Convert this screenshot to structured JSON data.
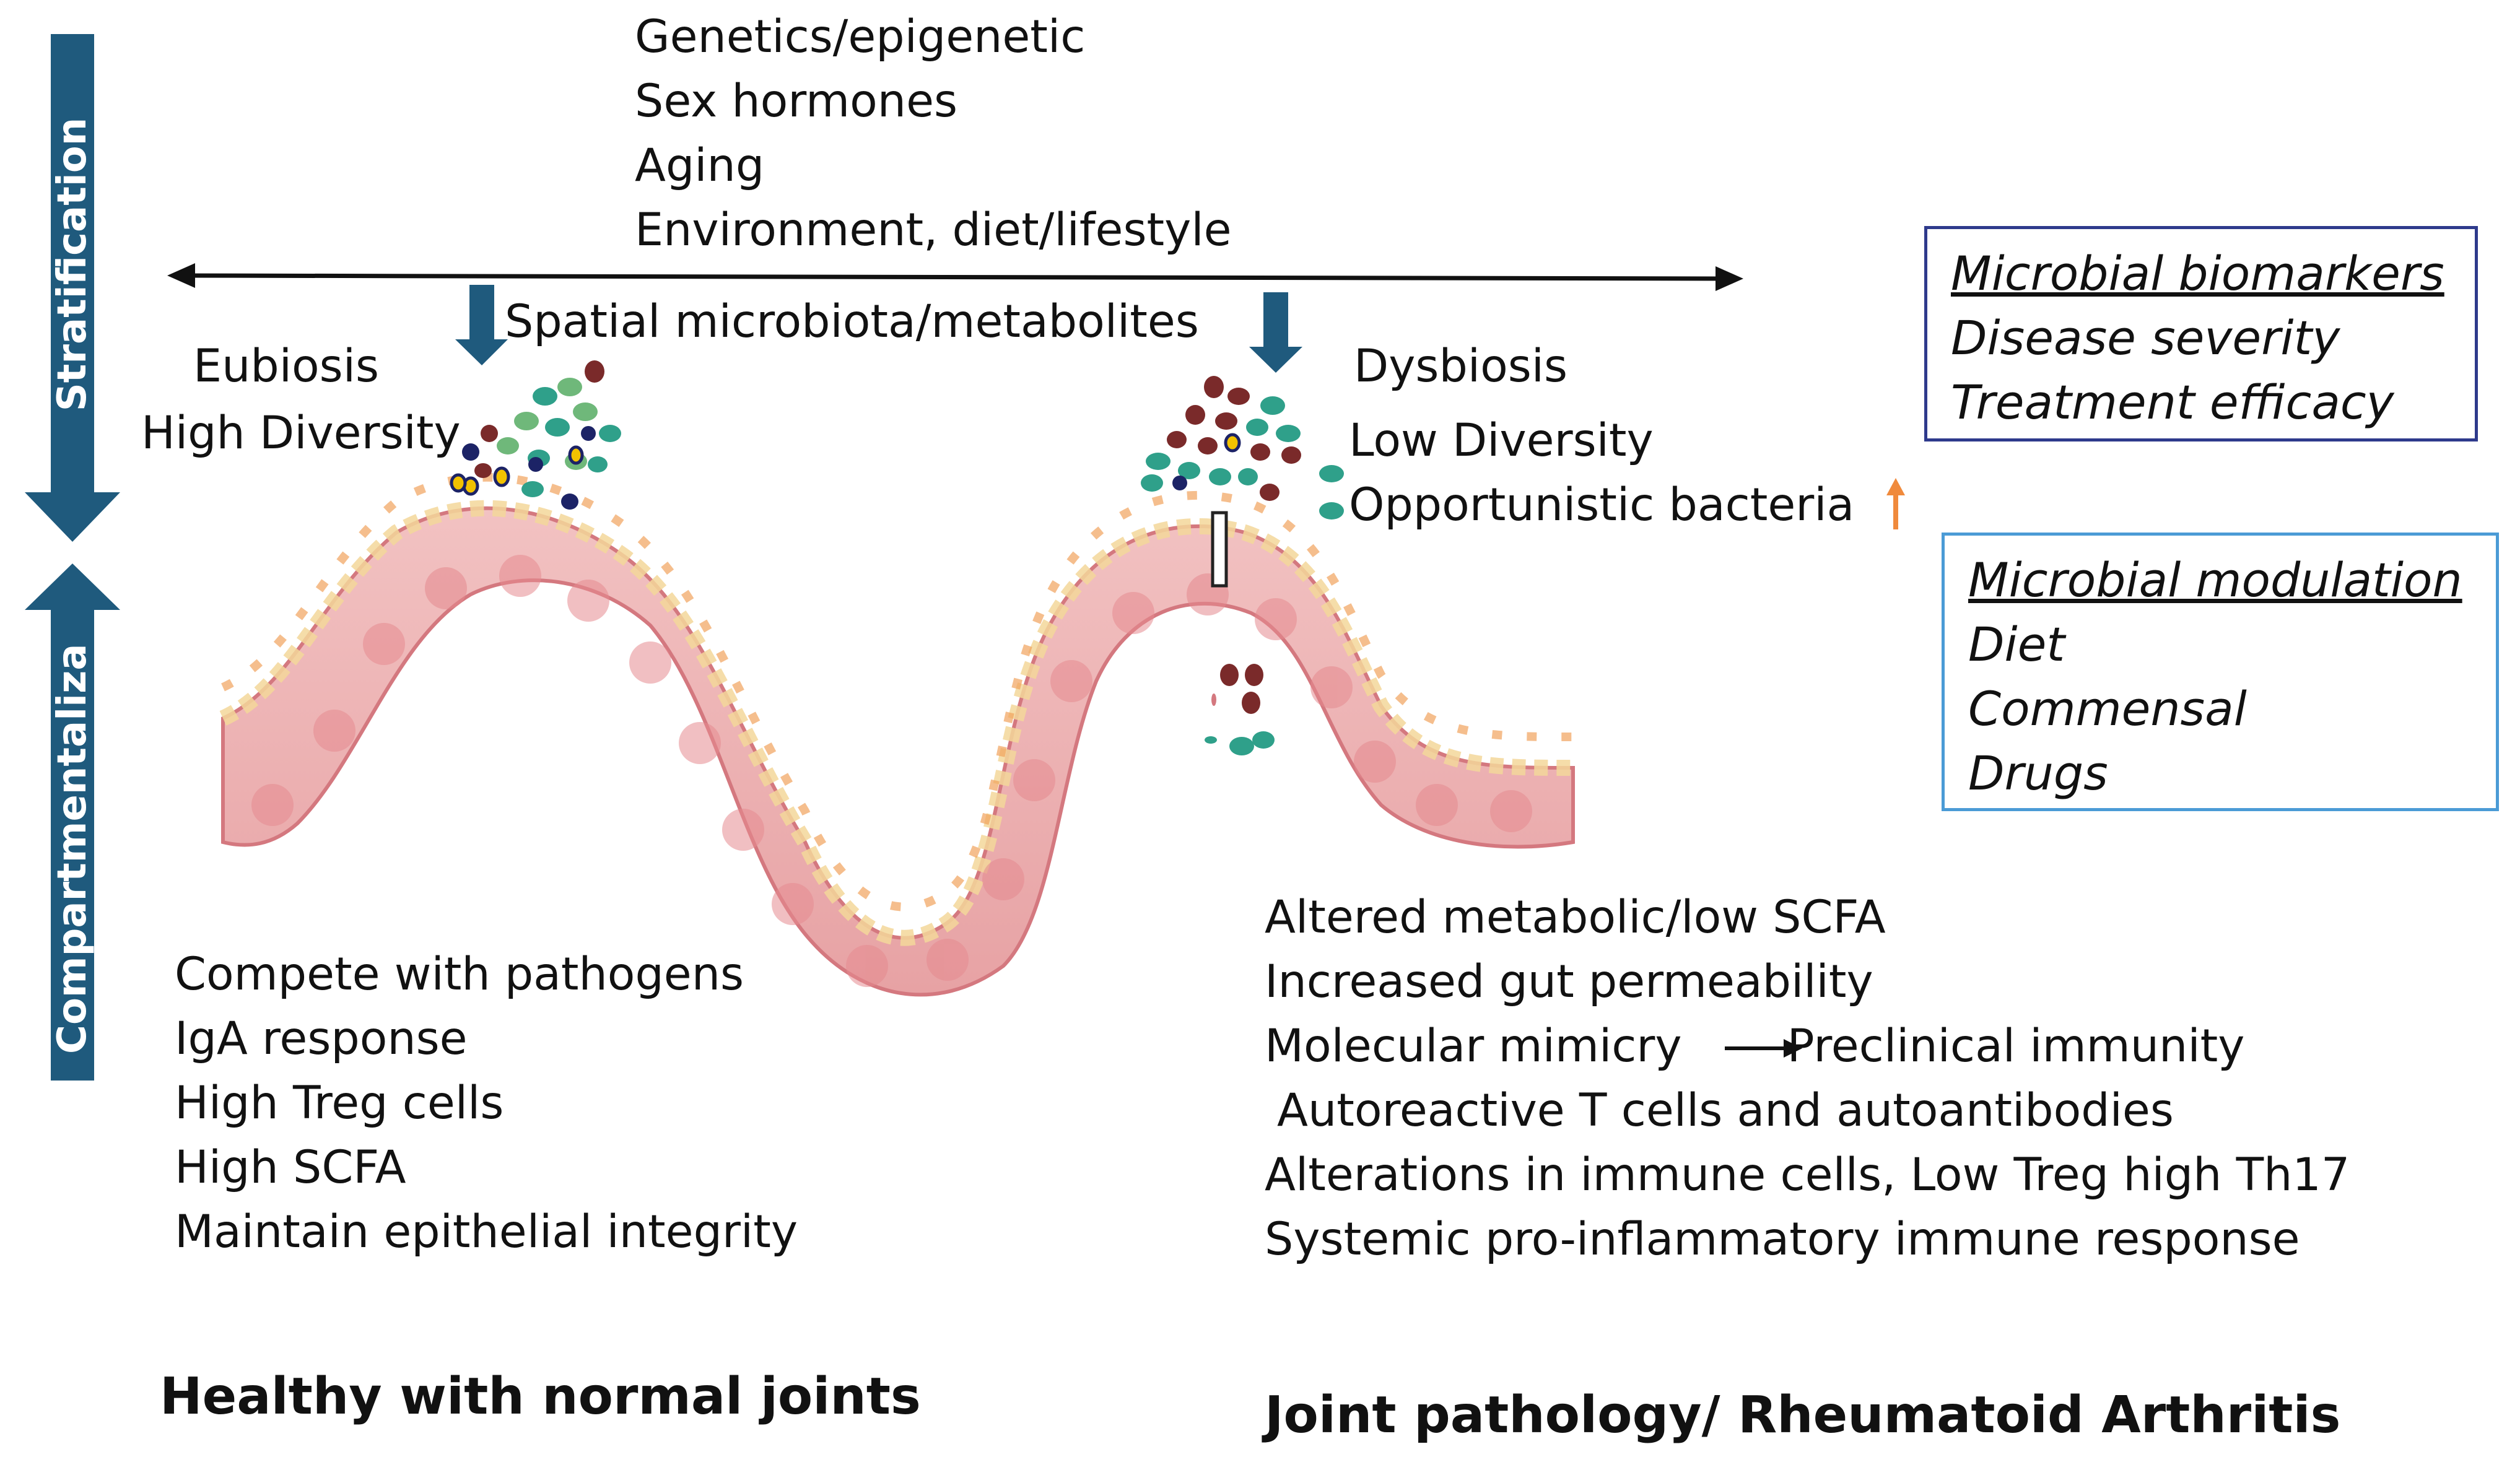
{
  "colors": {
    "arrow_blue": "#1f5a7d",
    "tissue_pink": "#e9a6a6",
    "tissue_dark": "#d4787f",
    "box_dark_border": "#2e3a8c",
    "box_light_border": "#4b9bd6",
    "orange_arrow": "#f08a3c",
    "bacteria_teal": "#2fa08a",
    "bacteria_green": "#6fb87a",
    "bacteria_maroon": "#7a2a2a",
    "bacteria_navy": "#1c2366"
  },
  "side_labels": {
    "top": "Stratification",
    "bottom": "Compartmentaliza"
  },
  "factors": [
    "Genetics/epigenetic",
    "Sex hormones",
    "Aging",
    "Environment, diet/lifestyle"
  ],
  "spatial_label": "Spatial microbiota/metabolites",
  "left_state": {
    "title": "Eubiosis",
    "subtitle": "High Diversity"
  },
  "right_state": {
    "title": "Dysbiosis",
    "subtitle": "Low Diversity",
    "extra": "Opportunistic bacteria"
  },
  "biomarker_box": {
    "heading": "Microbial biomarkers",
    "items": [
      "Disease severity",
      "Treatment efficacy"
    ]
  },
  "modulation_box": {
    "heading": "Microbial modulation",
    "items": [
      "Diet",
      "Commensal",
      "Drugs"
    ]
  },
  "healthy_effects": [
    "Compete with pathogens",
    "IgA response",
    "High Treg cells",
    "High SCFA",
    "Maintain epithelial integrity"
  ],
  "disease_effects": {
    "line1": "Altered metabolic/low SCFA",
    "line2": "Increased gut permeability",
    "line3_left": "Molecular mimicry",
    "line3_right": "Preclinical immunity",
    "line4": "Autoreactive T cells and autoantibodies",
    "line5": "Alterations in immune cells, Low Treg high Th17",
    "line6": "Systemic pro-inflammatory immune response"
  },
  "outcome_left": "Healthy with normal joints",
  "outcome_right": "Joint pathology/ Rheumatoid Arthritis"
}
